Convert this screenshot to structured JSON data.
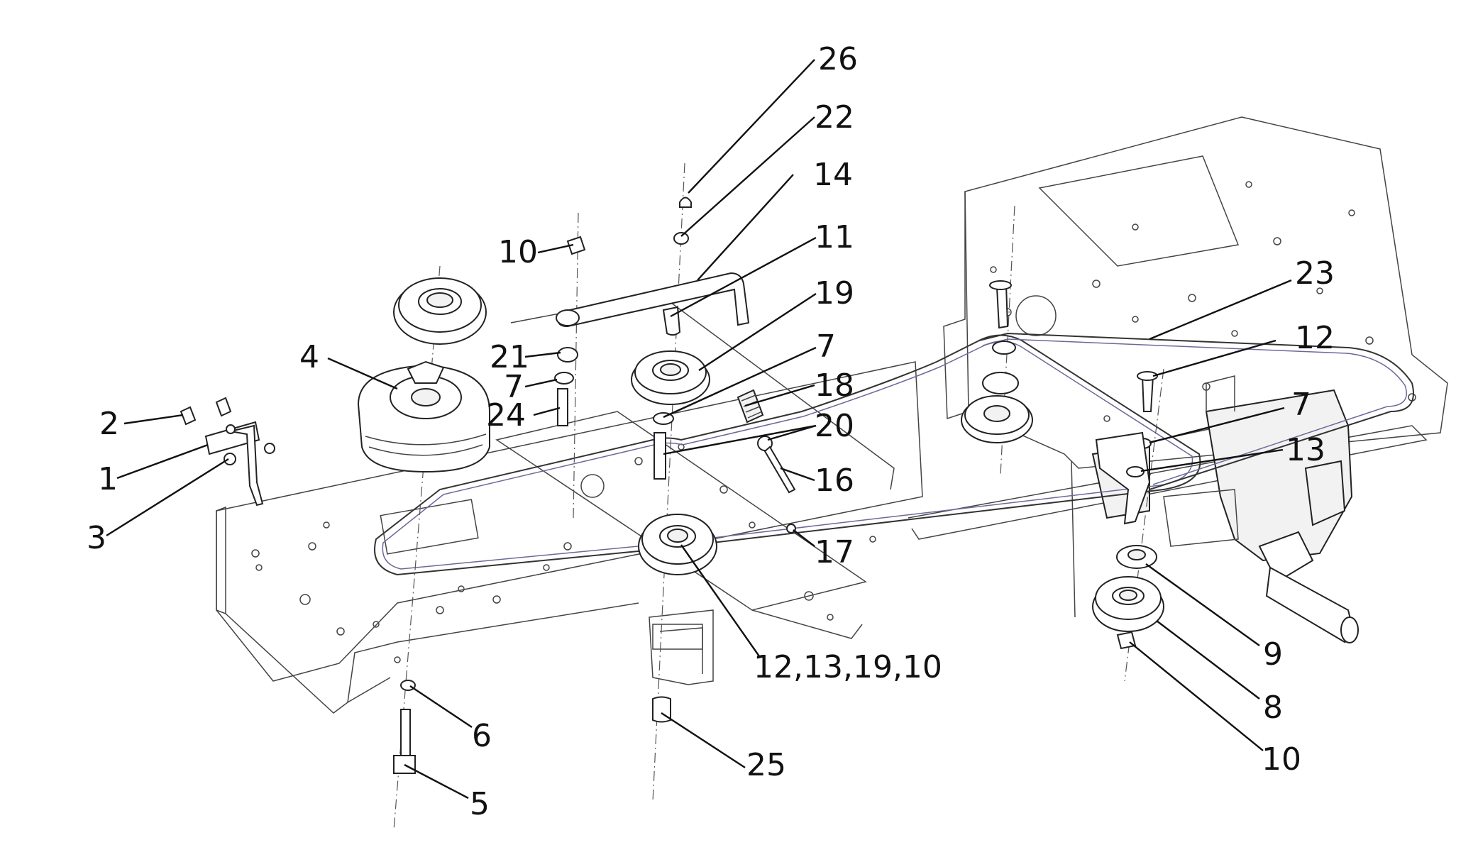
{
  "diagram": {
    "callouts": [
      {
        "id": "c26",
        "text": "26"
      },
      {
        "id": "c22",
        "text": "22"
      },
      {
        "id": "c14",
        "text": "14"
      },
      {
        "id": "c11",
        "text": "11"
      },
      {
        "id": "c19",
        "text": "19"
      },
      {
        "id": "c7a",
        "text": "7"
      },
      {
        "id": "c18",
        "text": "18"
      },
      {
        "id": "c20",
        "text": "20"
      },
      {
        "id": "c16",
        "text": "16"
      },
      {
        "id": "c17",
        "text": "17"
      },
      {
        "id": "c10a",
        "text": "10"
      },
      {
        "id": "c21",
        "text": "21"
      },
      {
        "id": "c7b",
        "text": "7"
      },
      {
        "id": "c24",
        "text": "24"
      },
      {
        "id": "c4",
        "text": "4"
      },
      {
        "id": "c2",
        "text": "2"
      },
      {
        "id": "c1",
        "text": "1"
      },
      {
        "id": "c3",
        "text": "3"
      },
      {
        "id": "c6",
        "text": "6"
      },
      {
        "id": "c5",
        "text": "5"
      },
      {
        "id": "c25",
        "text": "25"
      },
      {
        "id": "c12b",
        "text": "12,13,19,10"
      },
      {
        "id": "c23",
        "text": "23"
      },
      {
        "id": "c12a",
        "text": "12"
      },
      {
        "id": "c7c",
        "text": "7"
      },
      {
        "id": "c13",
        "text": "13"
      },
      {
        "id": "c9",
        "text": "9"
      },
      {
        "id": "c8",
        "text": "8"
      },
      {
        "id": "c10b",
        "text": "10"
      }
    ]
  }
}
